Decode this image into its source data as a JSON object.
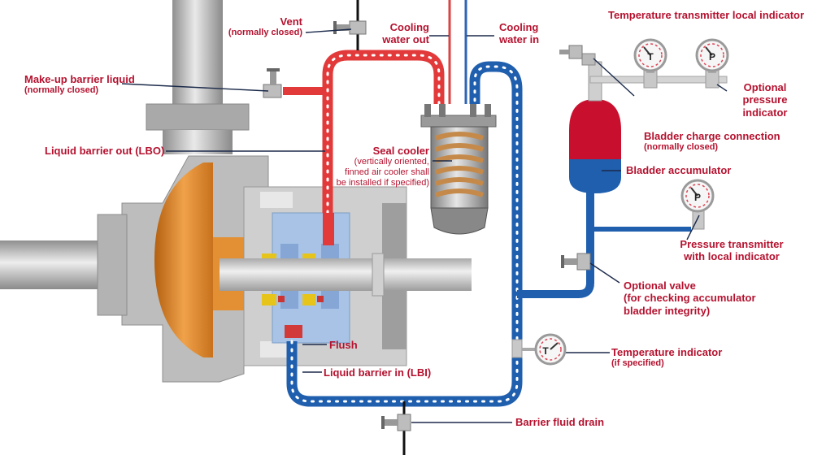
{
  "labels": {
    "vent": {
      "title": "Vent",
      "sub": "(normally closed)"
    },
    "makeup": {
      "title": "Make-up barrier liquid",
      "sub": "(normally closed)"
    },
    "lbo": {
      "title": "Liquid barrier out (LBO)"
    },
    "cooling_out": {
      "line1": "Cooling",
      "line2": "water out"
    },
    "cooling_in": {
      "line1": "Cooling",
      "line2": "water in"
    },
    "seal_cooler": {
      "title": "Seal cooler",
      "sub1": "(vertically oriented,",
      "sub2": "finned air cooler shall",
      "sub3": "be installed if specified)"
    },
    "temp_transmitter": {
      "title": "Temperature transmitter local indicator"
    },
    "optional_pressure": {
      "line1": "Optional",
      "line2": "pressure",
      "line3": "indicator"
    },
    "bladder_charge": {
      "title": "Bladder charge connection",
      "sub": "(normally closed)"
    },
    "bladder_accumulator": {
      "title": "Bladder accumulator"
    },
    "pressure_transmitter": {
      "line1": "Pressure transmitter",
      "line2": "with local indicator"
    },
    "optional_valve": {
      "line1": "Optional valve",
      "line2": "(for checking accumulator",
      "line3": "bladder integrity)"
    },
    "flush": {
      "title": "Flush"
    },
    "lbi": {
      "title": "Liquid barrier in (LBI)"
    },
    "temp_indicator": {
      "title": "Temperature indicator",
      "sub": "(if specified)"
    },
    "drain": {
      "title": "Barrier fluid drain"
    }
  },
  "gauges": {
    "temperature_letter": "T",
    "pressure_letter": "P"
  },
  "colors": {
    "label": "#b5122f",
    "hot_line": "#e23a3a",
    "cold_line": "#1f5fae",
    "metal": "#b9b9b9",
    "impeller": "#d9801f",
    "seal": "#a8c3e6"
  }
}
